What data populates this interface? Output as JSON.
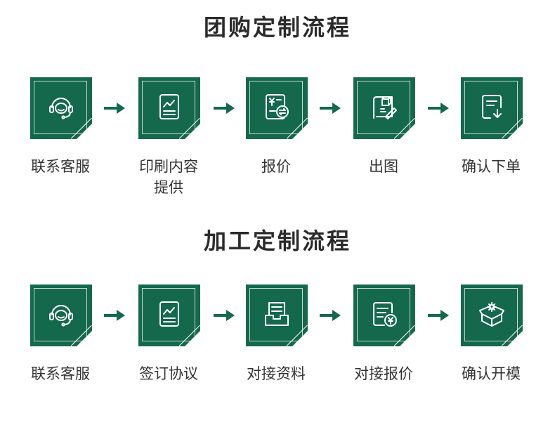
{
  "colors": {
    "brand_green": "#14684c",
    "text": "#333333"
  },
  "section1": {
    "title": "团购定制流程",
    "steps": [
      {
        "label": "联系客服",
        "icon": "headset-icon"
      },
      {
        "label": "印刷内容\n提供",
        "icon": "document-chart-icon"
      },
      {
        "label": "报价",
        "icon": "price-calculator-icon"
      },
      {
        "label": "出图",
        "icon": "design-drawing-icon"
      },
      {
        "label": "确认下单",
        "icon": "order-download-icon"
      }
    ]
  },
  "section2": {
    "title": "加工定制流程",
    "steps": [
      {
        "label": "联系客服",
        "icon": "headset-icon"
      },
      {
        "label": "签订协议",
        "icon": "document-chart-icon"
      },
      {
        "label": "对接资料",
        "icon": "document-tray-icon"
      },
      {
        "label": "对接报价",
        "icon": "document-yen-icon"
      },
      {
        "label": "确认开模",
        "icon": "box-gear-icon"
      }
    ]
  }
}
